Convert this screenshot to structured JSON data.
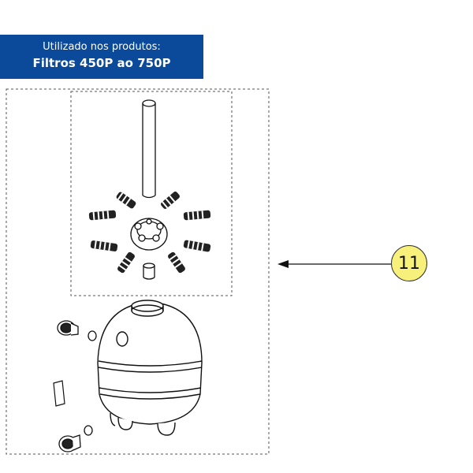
{
  "banner": {
    "line1": "Utilizado nos produtos:",
    "line2": "Filtros 450P ao 750P",
    "color": "#0b4a9a"
  },
  "callout": {
    "number": "11",
    "color": "#f7f07a"
  }
}
